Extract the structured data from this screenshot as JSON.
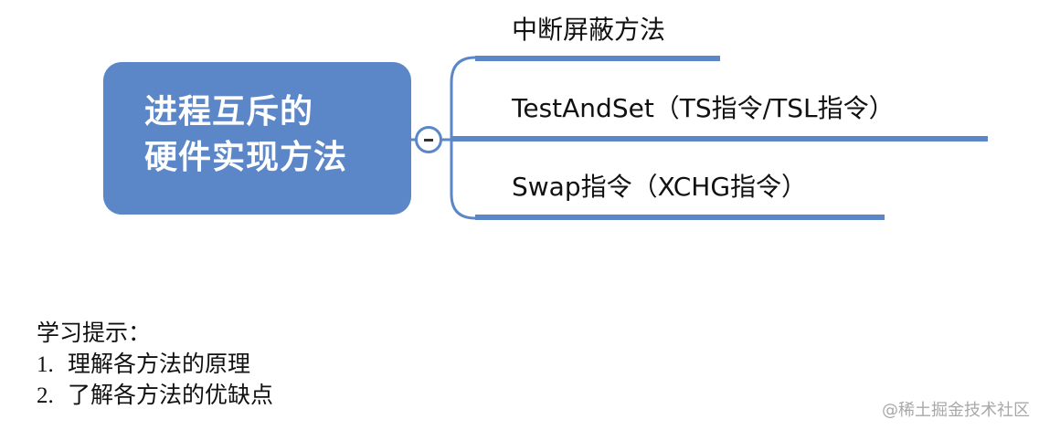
{
  "mindmap": {
    "central_topic": {
      "line1": "进程互斥的",
      "line2": "硬件实现方法"
    },
    "branches": [
      {
        "label": "中断屏蔽方法"
      },
      {
        "label": "TestAndSet（TS指令/TSL指令）"
      },
      {
        "label": "Swap指令（XCHG指令）"
      }
    ]
  },
  "tips": {
    "title": "学习提示：",
    "items": [
      {
        "num": "1.",
        "text": "理解各方法的原理"
      },
      {
        "num": "2.",
        "text": "了解各方法的优缺点"
      }
    ]
  },
  "watermark": "@稀土掘金技术社区",
  "colors": {
    "central_fill": "#5b86c7",
    "branch_line": "#5b86c7",
    "central_text": "#ffffff"
  }
}
